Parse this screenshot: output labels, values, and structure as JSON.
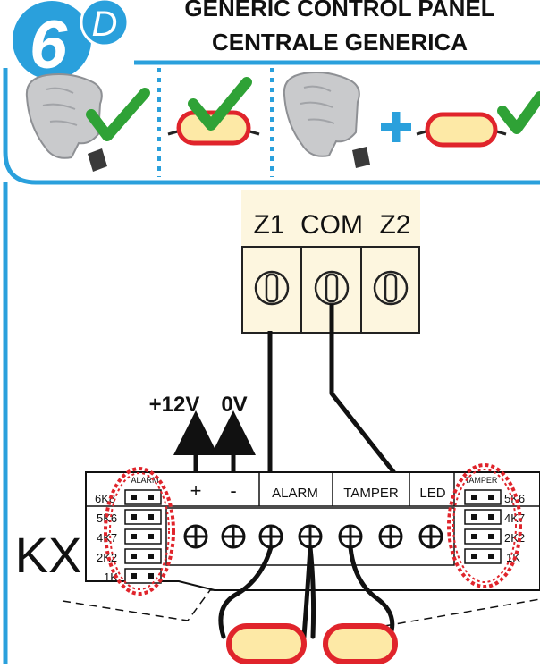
{
  "header": {
    "step_number": "6",
    "step_letter": "D",
    "title_line1": "GENERIC CONTROL PANEL",
    "title_line2": "CENTRALE GENERICA",
    "accent_color": "#2aa0dc",
    "check_color": "#2fa236",
    "resistor_body_color": "#fde9a6",
    "resistor_ring_color": "#e0242b"
  },
  "panel": {
    "terminals": [
      "Z1",
      "COM",
      "Z2"
    ],
    "background_color": "#fdf6df"
  },
  "power": {
    "plus_label": "+12V",
    "zero_label": "0V"
  },
  "board": {
    "model_label": "KX",
    "left_header": "ALARM",
    "left_values": [
      "6K8",
      "5K6",
      "4K7",
      "2K2",
      "1K"
    ],
    "right_header": "TAMPER",
    "right_values": [
      "5K6",
      "4K7",
      "2K2",
      "1K"
    ],
    "plus_sign": "+",
    "minus_sign": "-",
    "alarm_label": "ALARM",
    "tamper_label": "TAMPER",
    "led_label": "LED",
    "highlight_color": "#e0242b"
  }
}
